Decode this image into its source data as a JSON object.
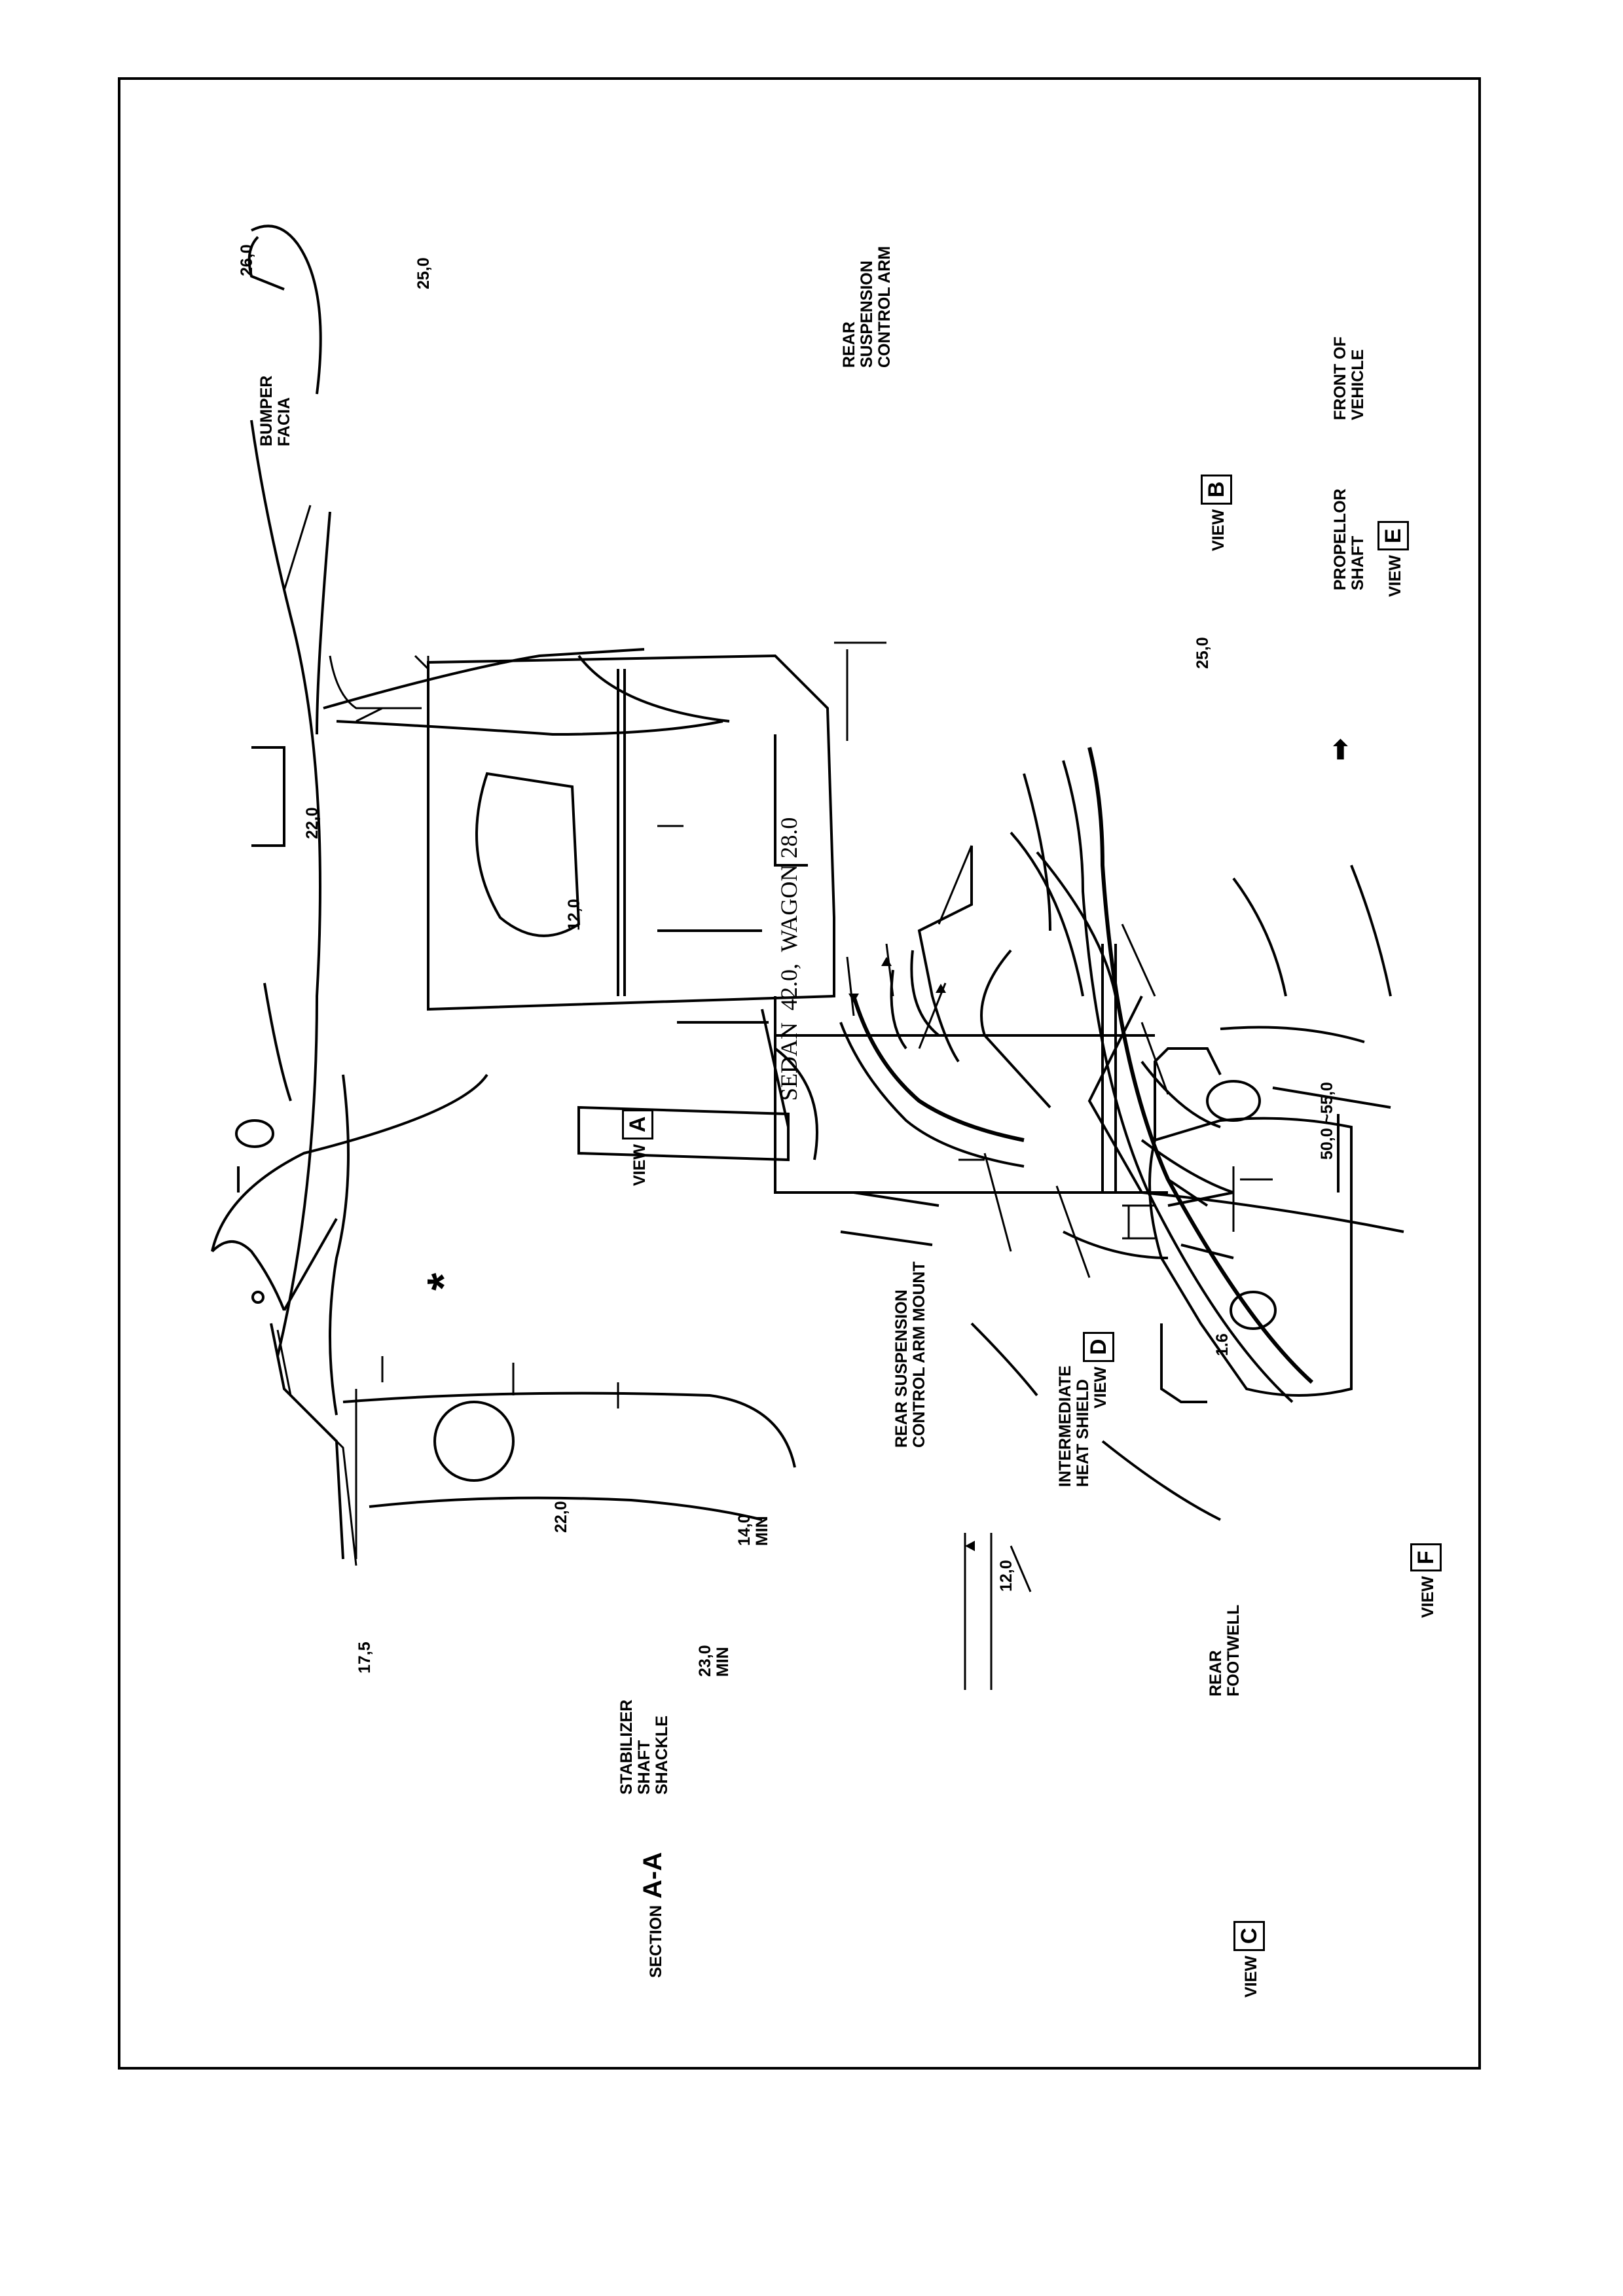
{
  "header": {
    "title": "SEDAN  42.0,  WAGON 28.0"
  },
  "views": {
    "section_aa": {
      "prefix": "SECTION",
      "letter": "A-A"
    },
    "a": {
      "prefix": "VIEW",
      "letter": "A"
    },
    "b": {
      "prefix": "VIEW",
      "letter": "B"
    },
    "c": {
      "prefix": "VIEW",
      "letter": "C"
    },
    "d": {
      "prefix": "VIEW",
      "letter": "D"
    },
    "e": {
      "prefix": "VIEW",
      "letter": "E"
    },
    "f": {
      "prefix": "VIEW",
      "letter": "F"
    }
  },
  "dimensions": {
    "aa_top": "17,5",
    "aa_right": "22,0",
    "aa_min1": "23,0\nMIN",
    "aa_min2": "14,0\nMIN",
    "a_right": "22,0",
    "a_star": "*",
    "b_top": "26,0",
    "b_bottom": "25,0",
    "c_right": "12,0",
    "d_top": "12,0",
    "e_gap": "25,0",
    "f_length": "50,0 ~55,0",
    "f_gap": "1.6"
  },
  "labels": {
    "bumper_fascia": "BUMPER\nFACIA",
    "rear_susp_arm": "REAR\nSUSPENSION\nCONTROL ARM",
    "front_of_vehicle": "FRONT OF\nVEHICLE",
    "propellor_shaft": "PROPELLOR\nSHAFT",
    "rear_susp_mount": "REAR SUSPENSION\nCONTROL ARM MOUNT",
    "stabilizer_shackle": "STABILIZER\nSHAFT\nSHACKLE",
    "intermediate_heat_shield": "INTERMEDIATE\nHEAT SHIELD",
    "rear_footwell": "REAR\nFOOTWELL"
  },
  "icons": {
    "front_arrow": "arrow-down-icon"
  }
}
